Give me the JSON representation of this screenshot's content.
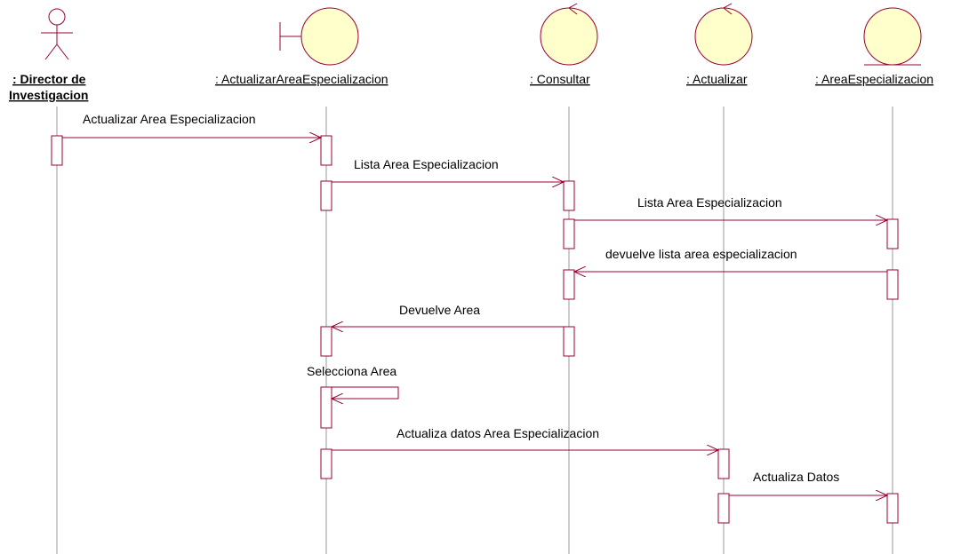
{
  "colors": {
    "line": "#990033",
    "object_fill": "#ffffcc",
    "lifeline": "#999999",
    "text": "#000000"
  },
  "participants": [
    {
      "id": "director",
      "type": "actor",
      "label_line1": ": Director de",
      "label_line2": "Investigacion",
      "icon": "actor-icon"
    },
    {
      "id": "boundary",
      "type": "boundary",
      "label_line1": ": ActualizarAreaEspecializacion",
      "icon": "boundary-icon"
    },
    {
      "id": "consultar",
      "type": "control",
      "label_line1": ": Consultar",
      "icon": "control-icon"
    },
    {
      "id": "actualizar",
      "type": "control",
      "label_line1": ": Actualizar",
      "icon": "control-icon"
    },
    {
      "id": "area",
      "type": "entity",
      "label_line1": ": AreaEspecializacion",
      "icon": "entity-icon"
    }
  ],
  "messages": [
    {
      "from": "director",
      "to": "boundary",
      "label": "Actualizar Area Especializacion"
    },
    {
      "from": "boundary",
      "to": "consultar",
      "label": "Lista Area Especializacion"
    },
    {
      "from": "consultar",
      "to": "area",
      "label": "Lista Area Especializacion"
    },
    {
      "from": "area",
      "to": "consultar",
      "label": "devuelve lista area especializacion"
    },
    {
      "from": "consultar",
      "to": "boundary",
      "label": "Devuelve Area"
    },
    {
      "from": "boundary",
      "to": "boundary",
      "label": "Selecciona Area"
    },
    {
      "from": "boundary",
      "to": "actualizar",
      "label": "Actualiza datos Area Especializacion"
    },
    {
      "from": "actualizar",
      "to": "area",
      "label": "Actualiza Datos"
    }
  ]
}
